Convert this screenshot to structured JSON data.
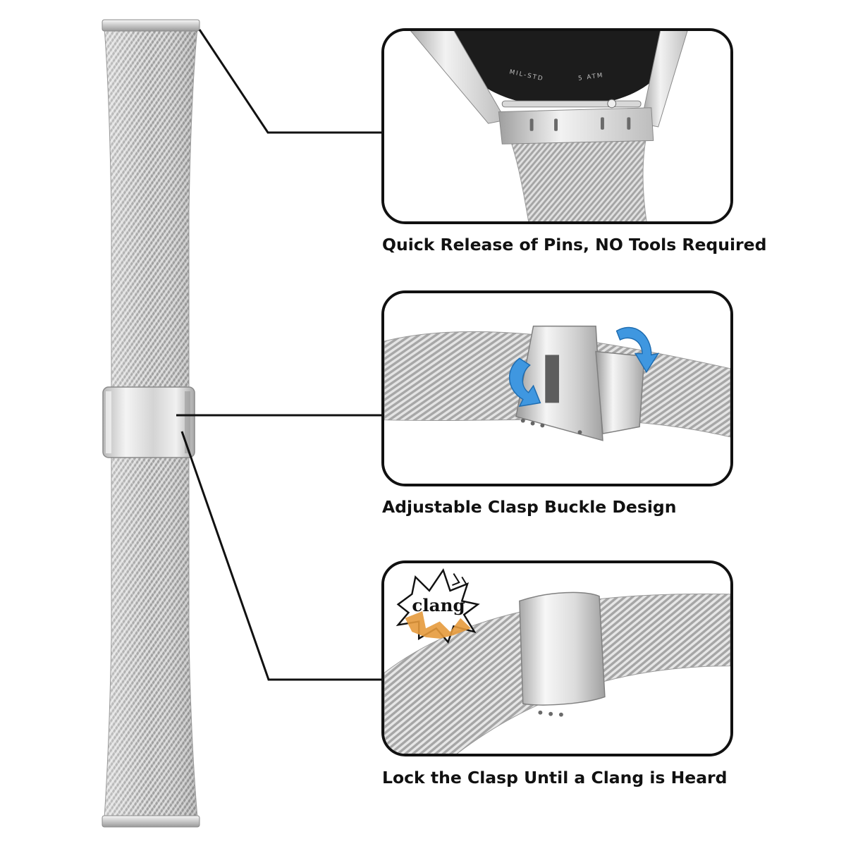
{
  "captions": {
    "quick_release": "Quick Release of Pins, NO Tools Required",
    "adjustable_clasp": "Adjustable Clasp Buckle Design",
    "lock_clasp": "Lock the Clasp Until a Clang is Heard"
  },
  "watch_back": {
    "markings": [
      "5 ATM",
      "MIL-STD"
    ]
  },
  "sound_effect": {
    "text": "clang"
  },
  "icons": [
    "rotate-arrow-down-icon",
    "rotate-arrow-up-icon",
    "clang-burst-icon"
  ],
  "colors": {
    "border": "#111111",
    "mesh_light": "#e8e8e8",
    "mesh_dark": "#a8a8a8",
    "arrow_blue": "#3f97e0",
    "burst_orange": "#e69a3c",
    "text": "#111111"
  }
}
